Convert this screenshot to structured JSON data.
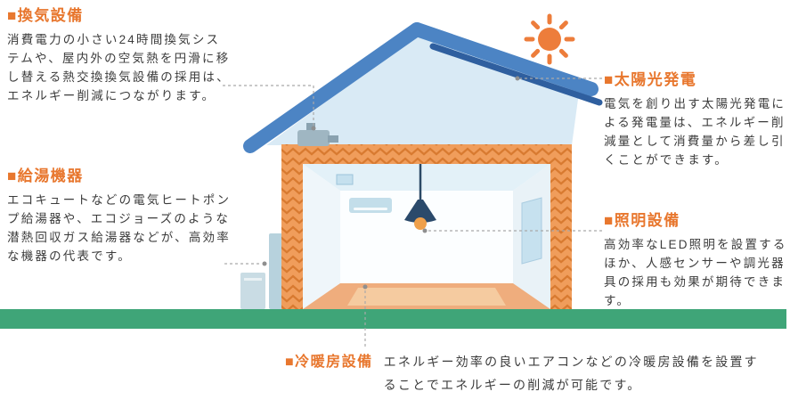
{
  "colors": {
    "accent_orange": "#E8772E",
    "roof_blue": "#4C84C4",
    "roof_shadow_blue": "#2F5F9F",
    "insulation_orange": "#F09D5B",
    "insulation_wave_orange": "#D87A30",
    "ground_green": "#3FA578",
    "sun_orange": "#ED7D3B",
    "lamp_navy": "#2B4A6B",
    "body_text": "#3C3C3C"
  },
  "sections": {
    "ventilation": {
      "title": "■換気設備",
      "body": "消費電力の小さい24時間換気システムや、屋内外の空気熱を円滑に移し替える熱交換換気設備の採用は、エネルギー削減につながります。"
    },
    "hot_water": {
      "title": "■給湯機器",
      "body": "エコキュートなどの電気ヒートポンプ給湯器や、エコジョーズのような潜熱回収ガス給湯器などが、高効率な機器の代表です。"
    },
    "solar": {
      "title": "■太陽光発電",
      "body": "電気を創り出す太陽光発電による発電量は、エネルギー削減量として消費量から差し引くことができます。"
    },
    "lighting": {
      "title": "■照明設備",
      "body": "高効率なLED照明を設置するほか、人感センサーや調光器具の採用も効果が期待できます。"
    },
    "hvac": {
      "title": "■冷暖房設備",
      "body": "エネルギー効率の良いエアコンなどの冷暖房設備を設置することでエネルギーの削減が可能です。"
    }
  },
  "illustration": {
    "icons": [
      "sun-icon",
      "house",
      "roof",
      "insulation-wall",
      "ventilation-unit",
      "ceiling-vent",
      "air-conditioner",
      "pendant-lamp",
      "window",
      "water-heater",
      "ground"
    ]
  }
}
